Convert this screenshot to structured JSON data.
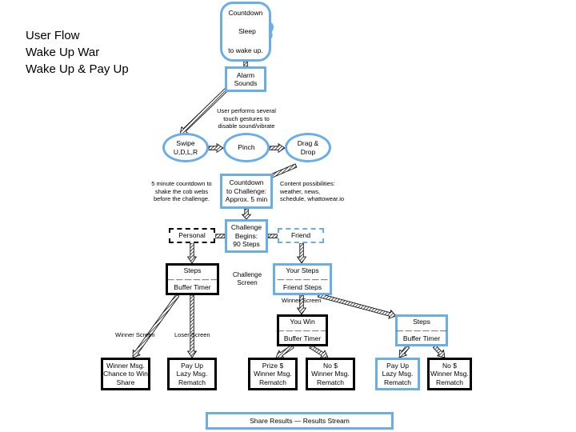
{
  "title_lines": [
    "User Flow",
    "Wake Up War",
    "Wake Up & Pay Up"
  ],
  "countdown": {
    "top": "Countdown",
    "cloud": "Sleep",
    "bottom": "to wake up."
  },
  "alarm": [
    "Alarm",
    "Sounds"
  ],
  "gesture_note": [
    "User performs several",
    "touch gestures to",
    "disable sound/vibrate"
  ],
  "swipe": [
    "Swipe",
    "U,D,L,R"
  ],
  "pinch": [
    "Pinch"
  ],
  "dragdrop": [
    "Drag &",
    "Drop"
  ],
  "countdown_challenge": [
    "Countdown",
    "to Challenge:",
    "Approx. 5 min"
  ],
  "left_note": [
    "5 minute countdown to",
    "shake the cob webs",
    "before the challenge."
  ],
  "right_note": [
    "Content possibilities:",
    "weather, news,",
    "schedule, whattowear.io"
  ],
  "challenge": [
    "Challenge",
    "Begins:",
    "90 Steps"
  ],
  "personal": [
    "Personal"
  ],
  "friend": [
    "Friend"
  ],
  "steps_personal": [
    "Steps",
    "— — — — — —",
    "Buffer Timer"
  ],
  "challenge_screen": [
    "Challenge",
    "Screen"
  ],
  "your_steps": [
    "Your Steps",
    "— — — — — —",
    "Friend Steps"
  ],
  "labels": {
    "winner_left": "Winner Screen",
    "loser_left": "Loser Screen",
    "winner_mid": "Winner Screen"
  },
  "you_win": [
    "You Win",
    "— — — — — —",
    "Buffer Timer"
  ],
  "steps_right": [
    "Steps",
    "— — — — — —",
    "Buffer Timer"
  ],
  "winner_msg": [
    "Winner Msg.",
    "Chance to Win",
    "Share"
  ],
  "pay_up_left": [
    "Pay Up",
    "Lazy Msg.",
    "Rematch"
  ],
  "prize": [
    "Prize $",
    "Winner Msg.",
    "Rematch"
  ],
  "no_money_mid": [
    "No $",
    "Winner Msg.",
    "Rematch"
  ],
  "pay_up_right": [
    "Pay Up",
    "Lazy Msg.",
    "Rematch"
  ],
  "no_money_right": [
    "No $",
    "Winner Msg.",
    "Rematch"
  ],
  "share": "Share Results — Results Stream",
  "colors": {
    "blue": "#6aaee8",
    "black": "#000000"
  }
}
